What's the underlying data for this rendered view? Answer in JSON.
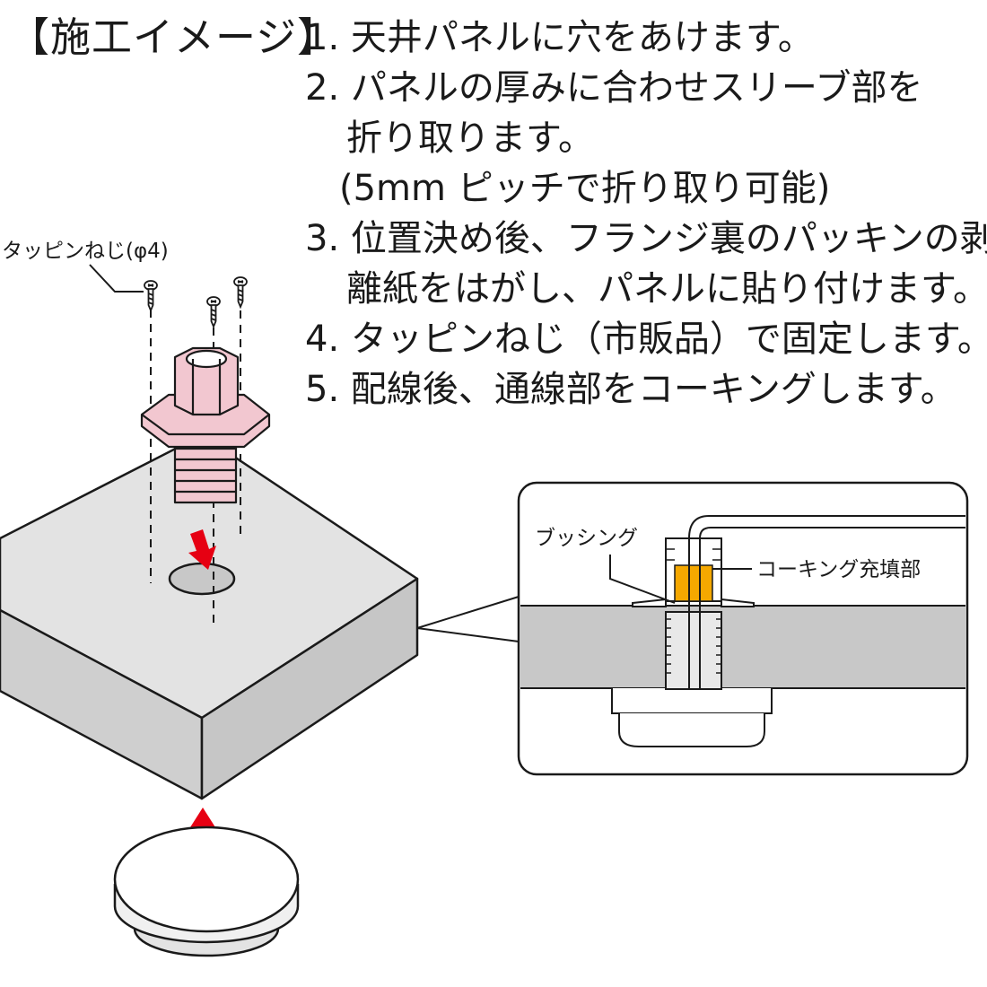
{
  "title": "【施工イメージ】",
  "steps": [
    {
      "num": "1.",
      "lines": [
        "天井パネルに穴をあけます。"
      ]
    },
    {
      "num": "2.",
      "lines": [
        "パネルの厚みに合わせスリーブ部を",
        "折り取ります。",
        "(5mm ピッチで折り取り可能)"
      ]
    },
    {
      "num": "3.",
      "lines": [
        "位置決め後、フランジ裏のパッキンの剥",
        "離紙をはがし、パネルに貼り付けます。"
      ]
    },
    {
      "num": "4.",
      "lines": [
        "タッピンねじ（市販品）で固定します。"
      ]
    },
    {
      "num": "5.",
      "lines": [
        "配線後、通線部をコーキングします。"
      ]
    }
  ],
  "labels": {
    "screw": "タッピンねじ(φ4)",
    "bushing": "ブッシング",
    "caulking": "コーキング充填部"
  },
  "colors": {
    "panel_top": "#e3e3e3",
    "panel_side": "#c6c6c6",
    "bushing_pink": "#f2c7d0",
    "caulking_orange": "#f5a800",
    "arrow_red": "#e60012"
  }
}
